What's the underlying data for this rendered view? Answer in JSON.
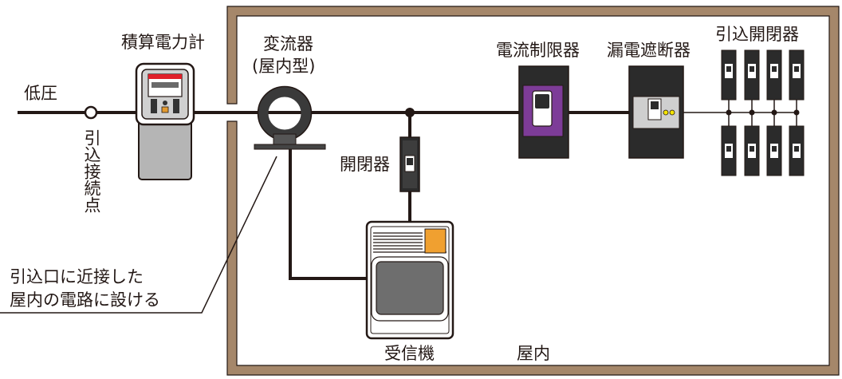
{
  "labels": {
    "meter": "積算電力計",
    "ct_line1": "変流器",
    "ct_line2": "(屋内型)",
    "current_limiter": "電流制限器",
    "leakage_breaker": "漏電遮断器",
    "branch_switches": "引込開閉器",
    "low_voltage": "低圧",
    "service_point": "引込接続点",
    "switch": "開閉器",
    "receiver": "受信機",
    "indoor": "屋内",
    "note_line1": "引込口に近接した",
    "note_line2": "屋内の電路に設ける"
  },
  "colors": {
    "wall": "#a5876a",
    "line": "#231815",
    "meter_body": "#b5b5b5",
    "limiter_body": "#2b2b2b",
    "limiter_inner": "#7d3c98",
    "breaker_indicator": "#f4e400",
    "receiver_indicator": "#f0a030",
    "receiver_screen": "#6e6e6e"
  }
}
